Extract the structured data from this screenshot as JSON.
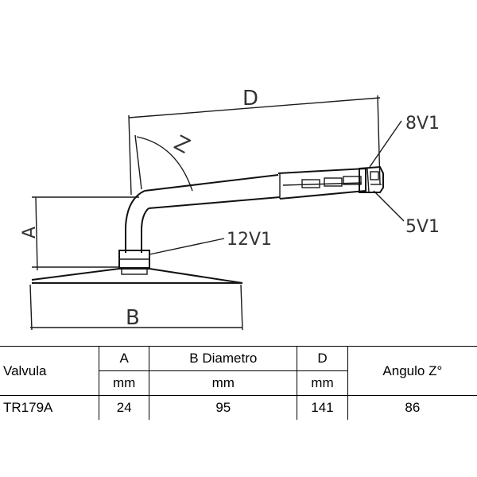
{
  "diagram": {
    "labels": {
      "d": "D",
      "z": "Z",
      "a": "A",
      "b": "B",
      "part_8v1": "8V1",
      "part_5v1": "5V1",
      "part_12v1": "12V1"
    }
  },
  "spec_table": {
    "headers": {
      "valvula": "Valvula",
      "a": "A",
      "b": "B Diametro",
      "d": "D",
      "angulo": "Angulo Z°"
    },
    "units": {
      "a": "mm",
      "b": "mm",
      "d": "mm"
    },
    "rows": [
      {
        "valvula": "TR179A",
        "a": "24",
        "b": "95",
        "d": "141",
        "angulo": "86"
      }
    ]
  }
}
